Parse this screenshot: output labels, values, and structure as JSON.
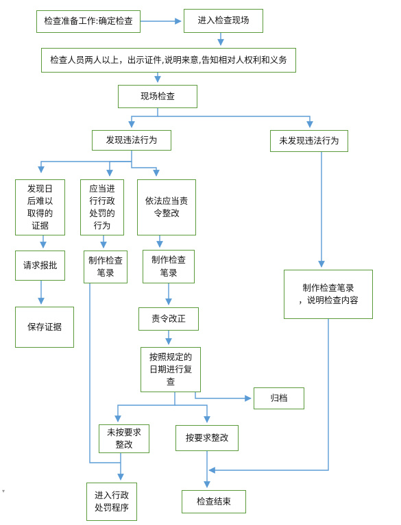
{
  "nodes": {
    "prep": "检查准备工作:确定检查",
    "enter": "进入检查现场",
    "persons": "检查人员两人以上，出示证件,说明来意,告知相对人权利和义务",
    "onsite": "现场检查",
    "found": "发现违法行为",
    "not_found": "未发现违法行为",
    "hard_evidence": "发现日\n后难以\n取得的\n证据",
    "penalty_act": "应当进\n行行政\n处罚的\n行为",
    "order_fix": "依法应当责\n令整改",
    "request_approval": "请求报批",
    "save_evidence": "保存证据",
    "record_a": "制作检查\n笔录",
    "record_b": "制作检查\n笔录",
    "order_correct": "责令改正",
    "recheck": "按照规定的\n日期进行复\n查",
    "archive": "归档",
    "not_per_req": "未按要求\n整改",
    "per_req": "按要求整改",
    "admin_penalty": "进入行政\n处罚程序",
    "end": "检查结束",
    "record_c": "制作检查笔录\n，说明检查内容"
  },
  "colors": {
    "box_border": "#5a9a3a",
    "arrow": "#5b9bd5"
  }
}
